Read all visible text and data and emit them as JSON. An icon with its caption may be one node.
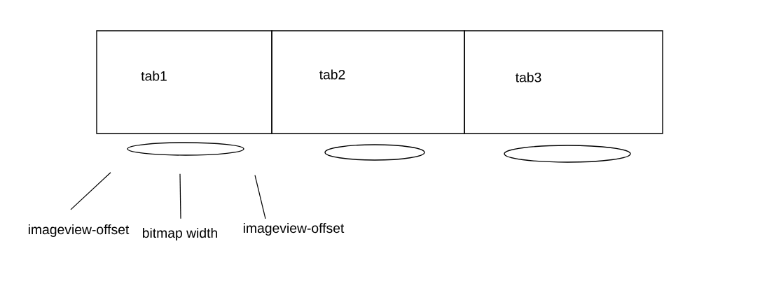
{
  "diagram": {
    "nodes": [
      {
        "text": [
          "tab1"
        ]
      },
      {
        "text": [
          "tab2"
        ]
      },
      {
        "text": [
          "tab3"
        ]
      },
      {
        "text": [],
        "shape": "ellipse"
      },
      {
        "text": [],
        "shape": "ellipse"
      },
      {
        "text": [],
        "shape": "ellipse"
      },
      {
        "text": [
          "imageview-offset"
        ]
      },
      {
        "text": [
          "bitmap width"
        ]
      },
      {
        "text": [
          "imageview-offset"
        ]
      }
    ],
    "edges": [
      {
        "from": 6,
        "to": 3,
        "arrow": "none"
      },
      {
        "from": 7,
        "to": 3,
        "arrow": "none"
      },
      {
        "from": 8,
        "to": 3,
        "arrow": "none"
      }
    ]
  }
}
